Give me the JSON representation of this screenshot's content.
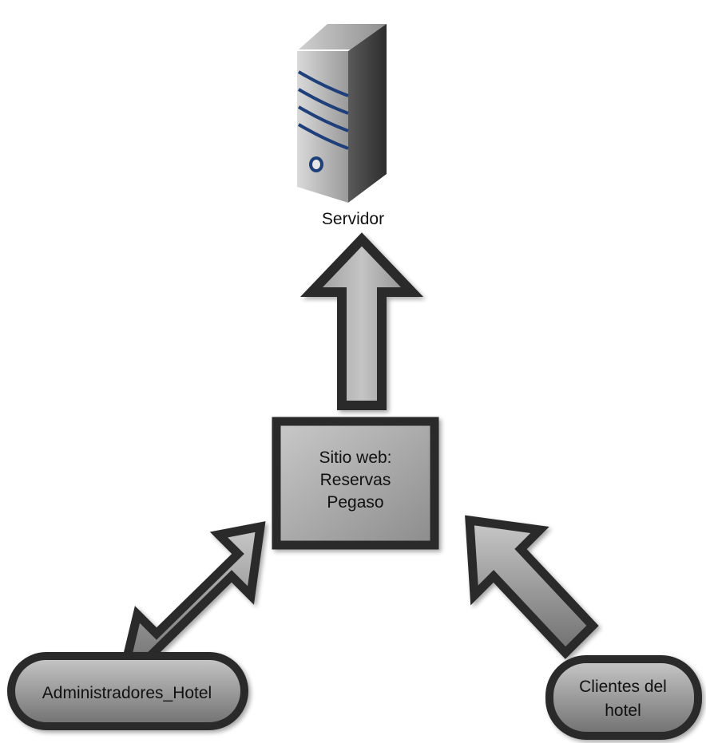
{
  "nodes": {
    "server": {
      "label": "Servidor",
      "icon": "server-icon"
    },
    "website": {
      "lines": [
        "Sitio web:",
        "Reservas",
        "Pegaso"
      ]
    },
    "admins": {
      "label": "Administradores_Hotel"
    },
    "clients": {
      "lines": [
        "Clientes del",
        "hotel"
      ]
    }
  },
  "colors": {
    "outline": "#2a2a2a",
    "fill_light": "#bdbdbd",
    "fill_dark": "#7d7d7d",
    "server_stripe": "#1f3f7a"
  }
}
